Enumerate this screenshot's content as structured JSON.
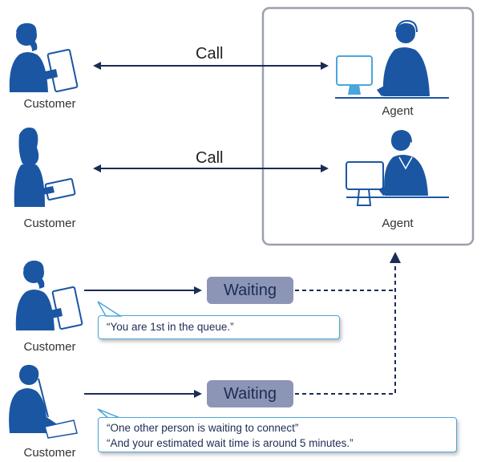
{
  "labels": {
    "customer": "Customer",
    "agent": "Agent",
    "call": "Call",
    "waiting": "Waiting"
  },
  "messages": {
    "queue_position": "“You are 1st in the queue.”",
    "other_waiting": "“One other person is waiting to connect”",
    "estimated_time": "“And your estimated wait time is around 5 minutes.”"
  },
  "colors": {
    "figure": "#1b56a3",
    "arrow": "#1b2c55",
    "waiting_box": "#8d95b6",
    "agent_panel_border": "#9aa0ab",
    "bubble_border": "#4aa6dd"
  }
}
